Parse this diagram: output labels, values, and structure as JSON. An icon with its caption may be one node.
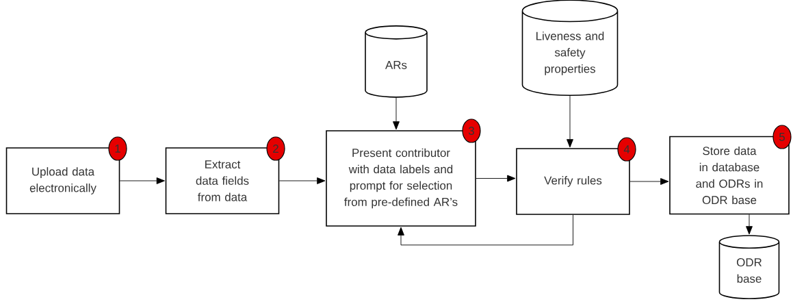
{
  "diagram": {
    "nodes": [
      {
        "text": [
          "Upload data electronically"
        ]
      },
      {
        "text": [
          "Extract data fields from data"
        ]
      },
      {
        "text": [
          "ARs"
        ]
      },
      {
        "text": [
          "Present contributor with data labels  and prompt for selection from pre-defined AR’s"
        ]
      },
      {
        "text": [
          "Liveness and safety properties"
        ]
      },
      {
        "text": [
          "Verify rules"
        ]
      },
      {
        "text": [
          "Store data in database and ODRs in ODR base"
        ]
      },
      {
        "text": [
          "ODR base"
        ]
      },
      {
        "text": [
          "1"
        ]
      },
      {
        "text": [
          "2"
        ]
      },
      {
        "text": [
          "3"
        ]
      },
      {
        "text": [
          "4"
        ]
      },
      {
        "text": [
          "5"
        ]
      }
    ],
    "edges": [
      {
        "from": 0,
        "to": 1,
        "arrow": "to"
      },
      {
        "from": 1,
        "to": 3,
        "arrow": "to"
      },
      {
        "from": 2,
        "to": 3,
        "arrow": "to"
      },
      {
        "from": 3,
        "to": 5,
        "arrow": "to"
      },
      {
        "from": 4,
        "to": 5,
        "arrow": "to"
      },
      {
        "from": 5,
        "to": 3,
        "arrow": "to"
      },
      {
        "from": 5,
        "to": 6,
        "arrow": "to"
      },
      {
        "from": 6,
        "to": 7,
        "arrow": "to"
      }
    ]
  }
}
